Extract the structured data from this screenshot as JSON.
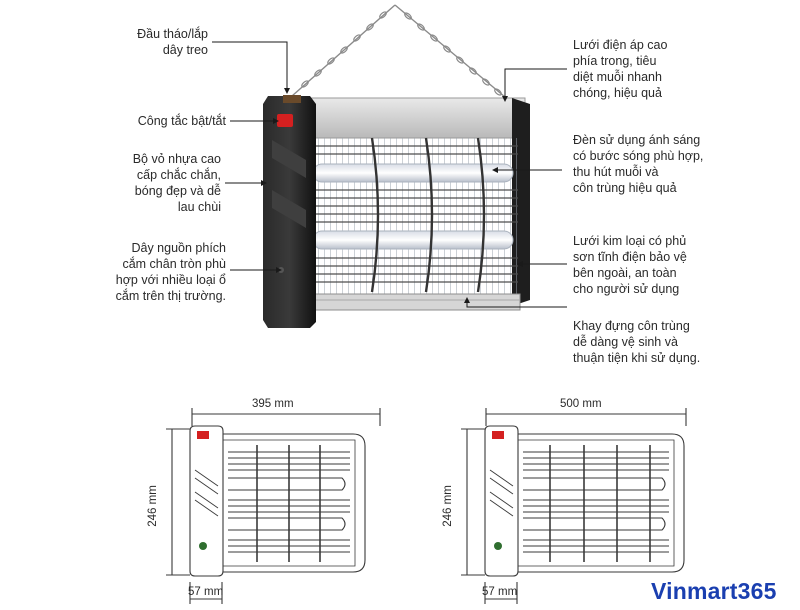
{
  "labels": {
    "hanger": "Đầu tháo/lắp\ndây treo",
    "switch": "Công tắc bật/tắt",
    "casing": "Bộ vỏ nhựa cao\ncấp chắc chắn,\nbóng đẹp và dễ\nlau chùi",
    "power_cord": "Dây nguồn phích\ncắm chân tròn phù\nhợp với nhiều loại ổ\ncắm trên thị trường.",
    "hv_grid": "Lưới điện áp cao\nphía trong, tiêu\ndiệt muỗi nhanh\nchóng, hiệu quả",
    "uv_lamp": "Đèn sử dụng ánh sáng\ncó bước sóng phù hợp,\nthu hút muỗi và\ncôn trùng hiệu quả",
    "outer_grid": "Lưới kim loại có phủ\nsơn tĩnh điện bảo vệ\nbên ngoài, an toàn\ncho người sử dụng",
    "tray": "Khay đựng côn trùng\ndễ dàng vệ sinh và\nthuận tiện khi sử dụng."
  },
  "dimensions": {
    "small": {
      "width": "395 mm",
      "height": "246 mm",
      "depth": "57 mm"
    },
    "large": {
      "width": "500 mm",
      "height": "246 mm",
      "depth": "57 mm"
    }
  },
  "brand": "Vinmart365",
  "colors": {
    "casing": "#1c1c1c",
    "frame": "#c8c8c8",
    "grid": "#555555",
    "brand": "#1a3fb0",
    "switch": "#d42020"
  }
}
